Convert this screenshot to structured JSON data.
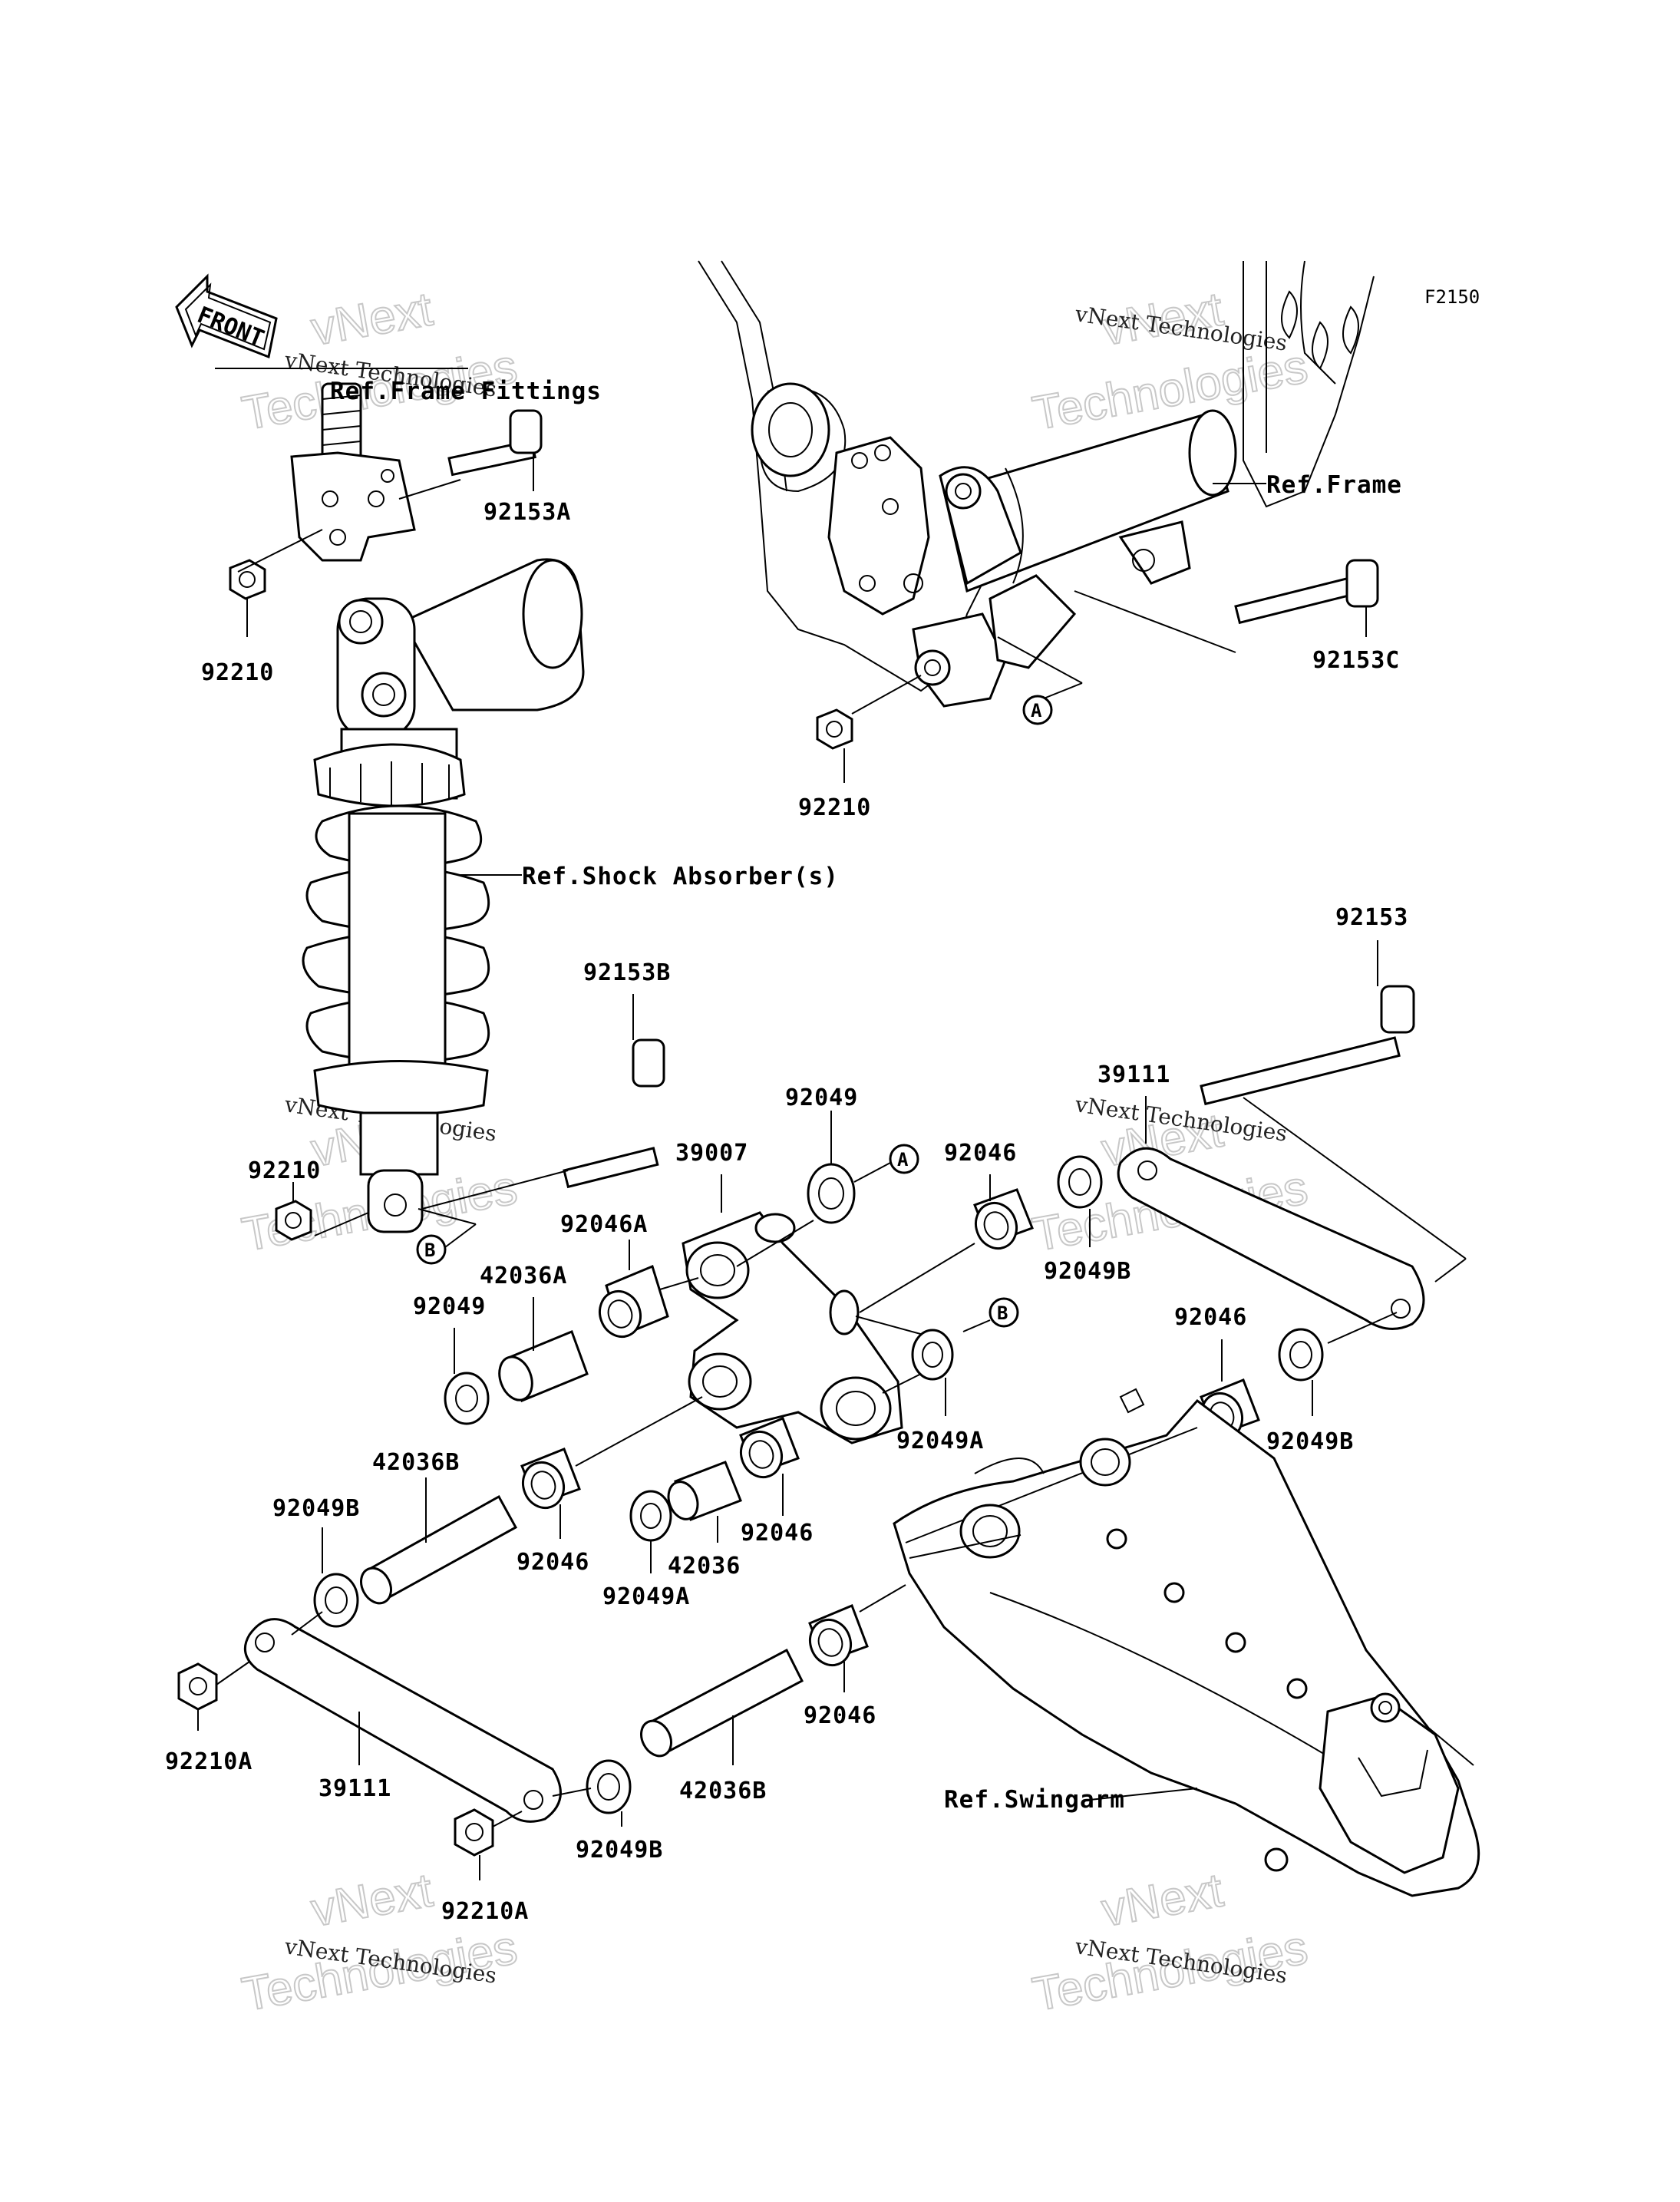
{
  "diagram_code": "F2150",
  "front_label": "FRONT",
  "references": {
    "frame_fittings": "Ref.Frame Fittings",
    "frame": "Ref.Frame",
    "shock_absorber": "Ref.Shock Absorber(s)",
    "swingarm": "Ref.Swingarm"
  },
  "markers": {
    "a": "A",
    "b": "B"
  },
  "parts": {
    "p92153A": "92153A",
    "p92210_top_left": "92210",
    "p92153C": "92153C",
    "p92210_frame": "92210",
    "p92153": "92153",
    "p92153B": "92153B",
    "p39111_right": "39111",
    "p92210_shock": "92210",
    "p92049_top": "92049",
    "p92046_top": "92046",
    "p39007": "39007",
    "p92046A": "92046A",
    "p92049B_right_upper": "92049B",
    "p42036A": "42036A",
    "p92049_left": "92049",
    "p92046_right": "92046",
    "p92049B_right_lower": "92049B",
    "p92049A_right": "92049A",
    "p42036B_upper": "42036B",
    "p92049B_left": "92049B",
    "p92046_mid_left": "92046",
    "p42036": "42036",
    "p92046_mid": "92046",
    "p92049A_bottom": "92049A",
    "p92046_lower": "92046",
    "p92210A_left": "92210A",
    "p39111_left": "39111",
    "p42036B_lower": "42036B",
    "p92049B_bottom": "92049B",
    "p92210A_bottom": "92210A"
  },
  "watermark": {
    "line1": "vNext Technologies",
    "line2": "vNext",
    "line3": "Technologies"
  }
}
